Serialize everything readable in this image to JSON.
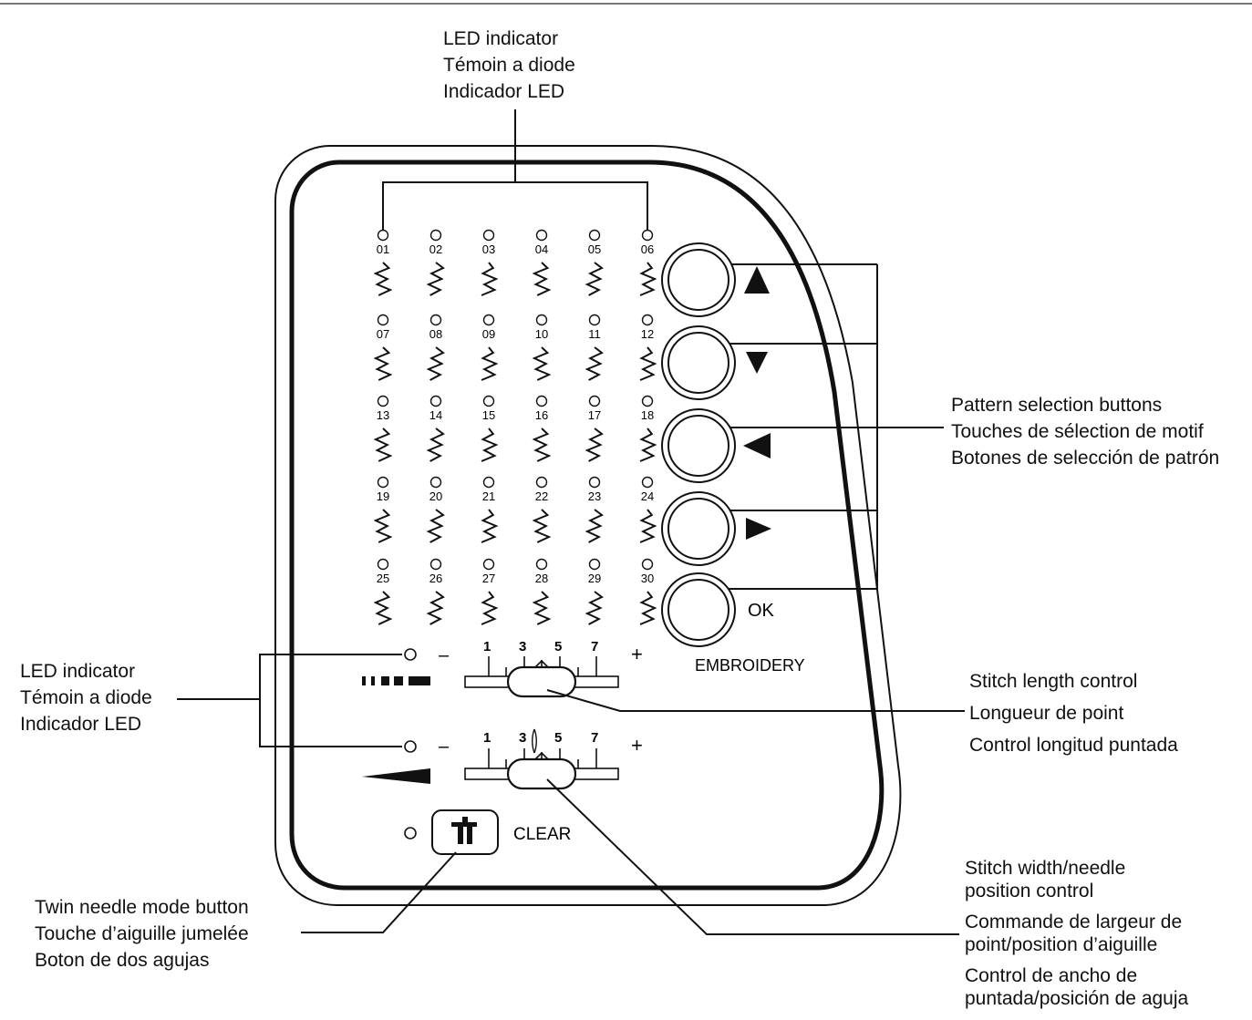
{
  "labels": {
    "led_top": [
      "LED indicator",
      "Témoin a diode",
      "Indicador LED"
    ],
    "led_left": [
      "LED indicator",
      "Témoin a diode",
      "Indicador LED"
    ],
    "pattern_selection": [
      "Pattern selection buttons",
      "Touches de sélection de motif",
      "Botones de selección de patrón"
    ],
    "stitch_length": [
      "Stitch length control",
      "Longueur de point",
      "Control longitud puntada"
    ],
    "stitch_width": [
      "Stitch width/needle",
      "position control",
      "Commande de largeur de",
      "point/position d’aiguille",
      "Control de ancho de",
      "puntada/posición de aguja"
    ],
    "twin_needle": [
      "Twin needle mode button",
      "Touche d’aiguille jumelée",
      "Boton de dos agujas"
    ]
  },
  "panel": {
    "pattern_numbers": [
      "01",
      "02",
      "03",
      "04",
      "05",
      "06",
      "07",
      "08",
      "09",
      "10",
      "11",
      "12",
      "13",
      "14",
      "15",
      "16",
      "17",
      "18",
      "19",
      "20",
      "21",
      "22",
      "23",
      "24",
      "25",
      "26",
      "27",
      "28",
      "29",
      "30"
    ],
    "ok_label": "OK",
    "embroidery_label": "EMBROIDERY",
    "clear_label": "CLEAR",
    "minus_sign": "–",
    "plus_sign": "+",
    "length_ticks": [
      "1",
      "3",
      "5",
      "7"
    ],
    "width_ticks": [
      "1",
      "3",
      "5",
      "7"
    ]
  },
  "icons": {
    "up": "arrow-up-icon",
    "down": "arrow-down-icon",
    "left": "arrow-left-icon",
    "right": "arrow-right-icon",
    "twin_needle": "twin-needle-icon"
  }
}
